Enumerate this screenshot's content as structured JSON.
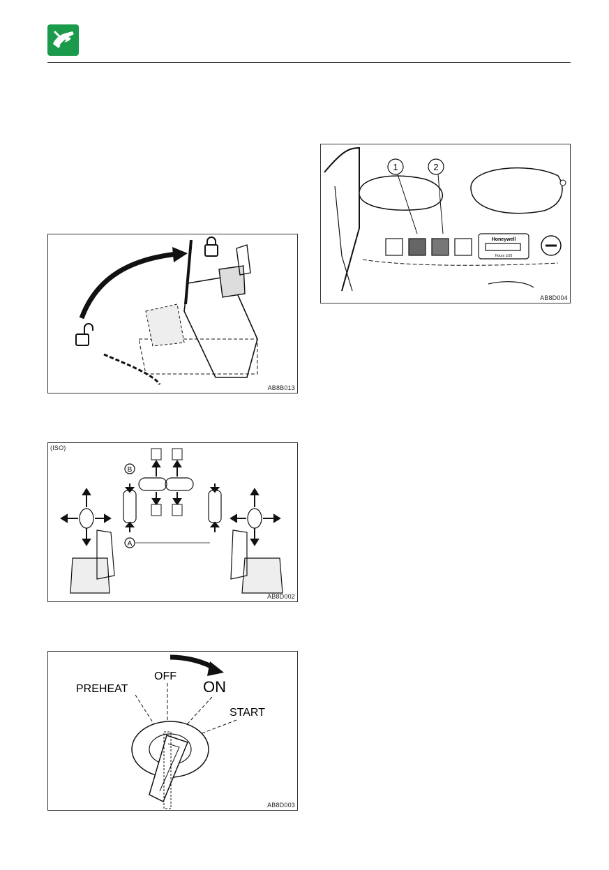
{
  "header": {
    "icon": "hand-grip-icon",
    "accent_color": "#1a9a4a"
  },
  "figures": {
    "lock_lever": {
      "code": "AB8B013"
    },
    "controls": {
      "iso_label": "(ISO)",
      "marker_a": "A",
      "marker_b": "B",
      "code": "AB8D002"
    },
    "key_switch": {
      "off": "OFF",
      "on": "ON",
      "preheat": "PREHEAT",
      "start": "START",
      "code": "AB8D003"
    },
    "panel": {
      "callout_1": "1",
      "callout_2": "2",
      "brand": "Honeywell",
      "meter_caption": "Hours 1/10",
      "code": "AB8D004"
    }
  }
}
